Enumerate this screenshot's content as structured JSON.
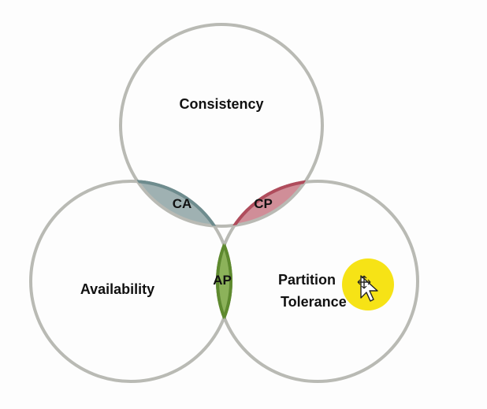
{
  "diagram": {
    "circles": [
      {
        "id": "consistency",
        "label": "Consistency"
      },
      {
        "id": "availability",
        "label": "Availability"
      },
      {
        "id": "partition",
        "label_line1": "Partition",
        "label_line2": "Tolerance"
      }
    ],
    "intersections": [
      {
        "id": "ca",
        "label": "CA",
        "color": "#9fb1b2"
      },
      {
        "id": "cp",
        "label": "CP",
        "color": "#d08e98"
      },
      {
        "id": "ap",
        "label": "AP",
        "color": "#8cb25a"
      }
    ],
    "circle_stroke": "#b9bab4",
    "cursor_highlight": "#f5e20a"
  }
}
